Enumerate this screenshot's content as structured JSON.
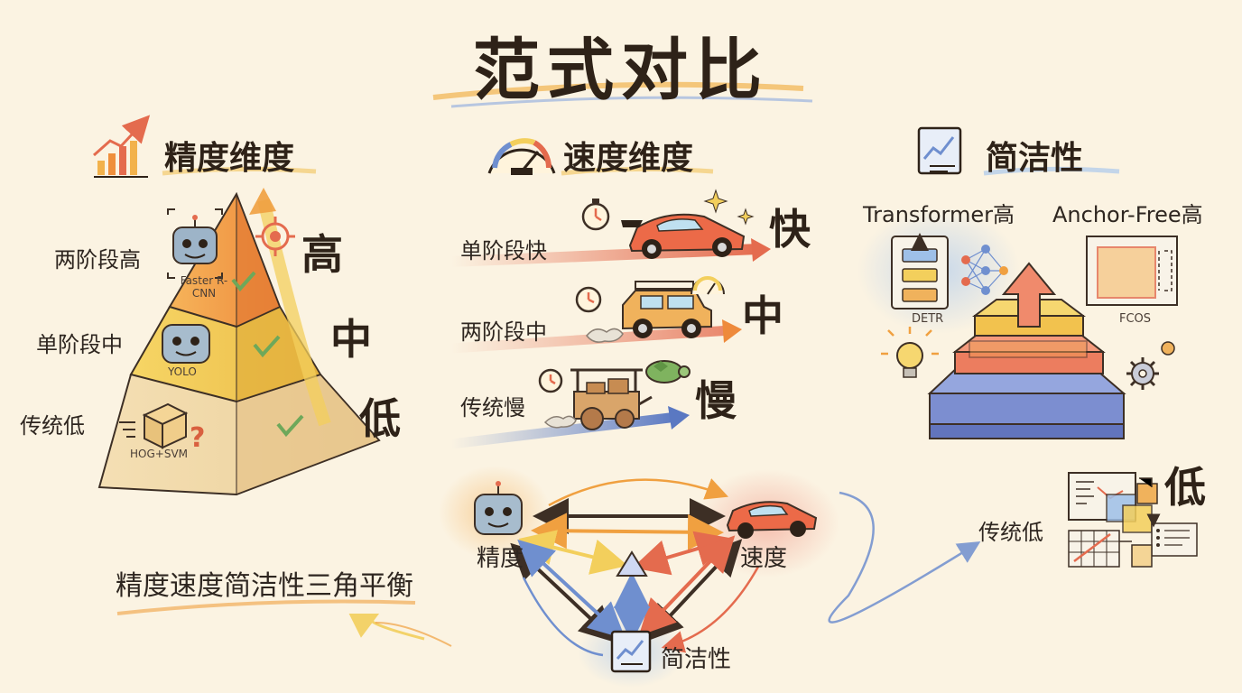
{
  "title": "范式对比",
  "accuracy": {
    "header": "精度维度",
    "levels": [
      {
        "label": "两阶段高",
        "model": "Faster R-CNN"
      },
      {
        "label": "单阶段中",
        "model": "YOLO"
      },
      {
        "label": "传统低",
        "model": "HOG+SVM"
      }
    ],
    "marks": [
      "高",
      "中",
      "低"
    ]
  },
  "speed": {
    "header": "速度维度",
    "rows": [
      {
        "label": "单阶段快",
        "mark": "快"
      },
      {
        "label": "两阶段中",
        "mark": "中"
      },
      {
        "label": "传统慢",
        "mark": "慢"
      }
    ]
  },
  "simplicity": {
    "header": "简洁性",
    "transformer": "Transformer高",
    "anchor_free": "Anchor-Free高",
    "detr": "DETR",
    "fcos": "FCOS",
    "traditional": "传统低",
    "low_mark": "低"
  },
  "triangle": {
    "caption": "精度速度简洁性三角平衡",
    "accuracy": "精度",
    "speed": "速度",
    "simplicity": "简洁性"
  },
  "colors": {
    "orange": "#f0a040",
    "yellow": "#f3cf5c",
    "red": "#e46b4e",
    "blue": "#6f8fcf",
    "ink": "#2e2218"
  }
}
